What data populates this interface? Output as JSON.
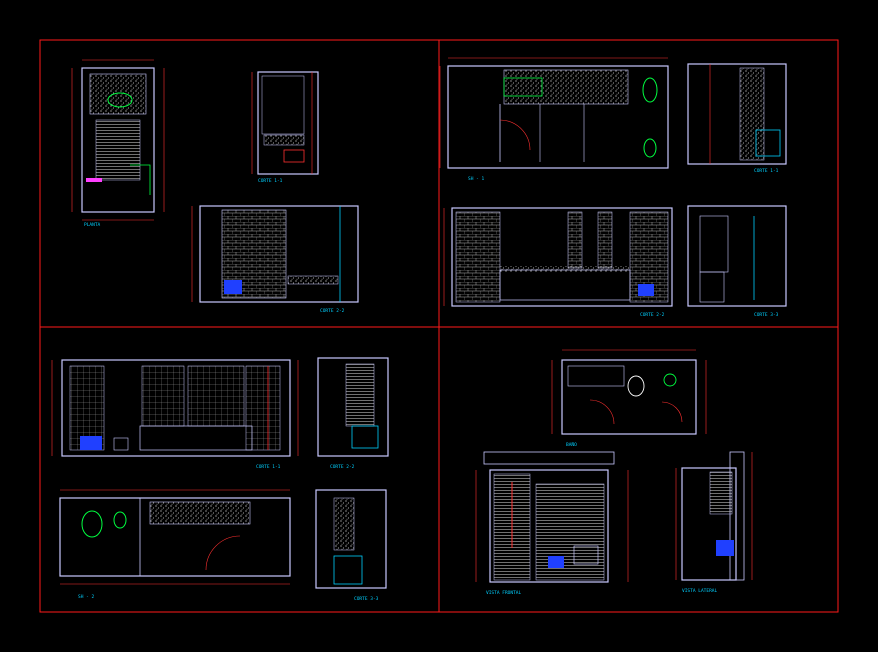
{
  "drawing": {
    "frame_color": "#ff1a1a",
    "wall_color": "#c8c8ff",
    "dim_color": "#ff3030",
    "fixture_color": "#00ff40",
    "hatch_color": "#e0e0e0",
    "blue_color": "#2040ff",
    "cyan_color": "#00d0ff",
    "yellow_color": "#ffff00",
    "magenta_color": "#ff40ff"
  },
  "titles": {
    "q1_plan": "PLANTA",
    "q1_section_a": "CORTE 1-1",
    "q1_section_b": "CORTE 2-2",
    "q2_plan": "SH - 1",
    "q2_section_a": "CORTE 1-1",
    "q2_section_b": "CORTE 2-2",
    "q2_section_c": "CORTE 3-3",
    "q3_section_a": "CORTE 1-1",
    "q3_section_b": "CORTE 2-2",
    "q3_plan": "SH - 2",
    "q3_section_c": "CORTE 3-3",
    "q4_plan": "BAÑO",
    "q4_front": "VISTA FRONTAL",
    "q4_side": "VISTA LATERAL"
  }
}
